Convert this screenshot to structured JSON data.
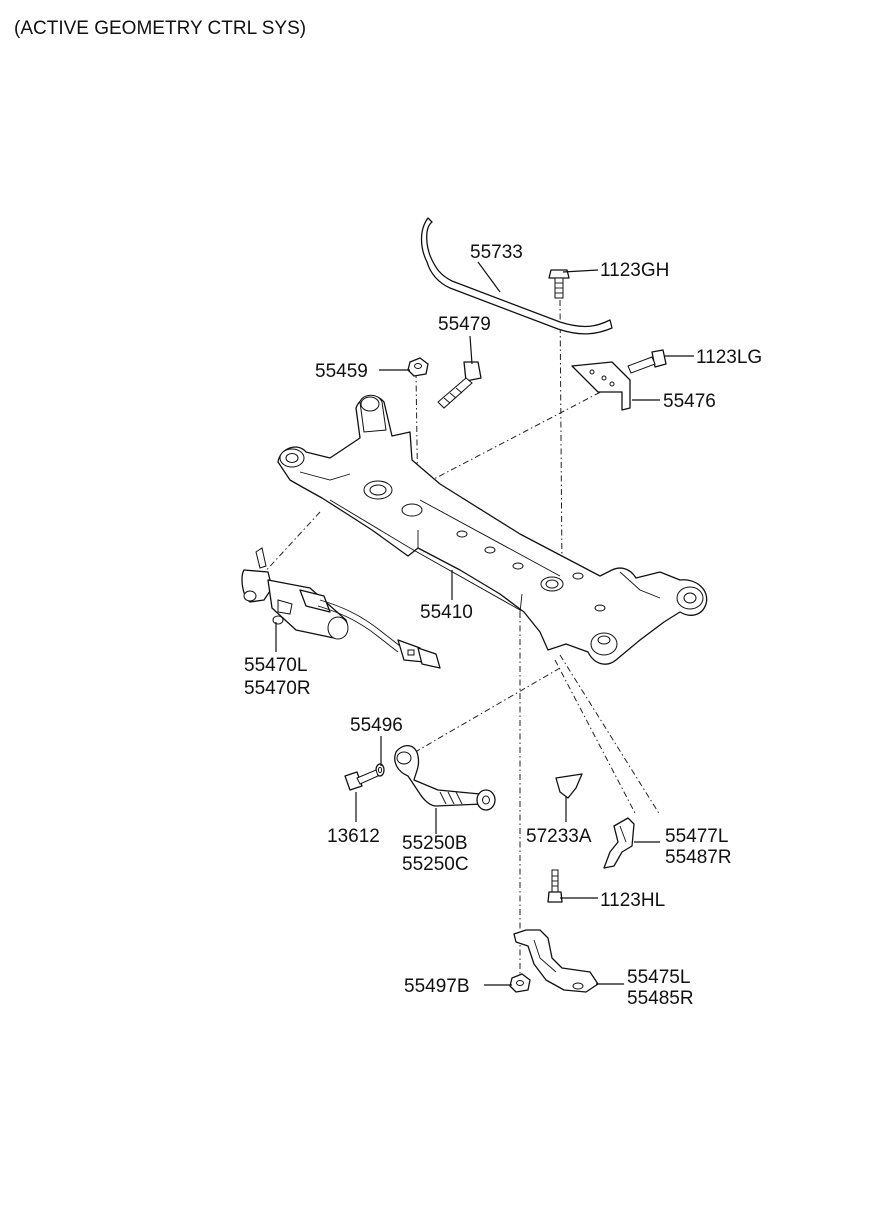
{
  "diagram": {
    "title": "(ACTIVE GEOMETRY CTRL SYS)",
    "parts": {
      "stabilizer_bar": "55733",
      "bolt_top": "1123GH",
      "bolt_bracket": "1123LG",
      "bracket": "55476",
      "bolt_long": "55479",
      "nut_small": "55459",
      "crossmember": "55410",
      "actuator_left": "55470L",
      "actuator_right": "55470R",
      "washer": "55496",
      "bolt_arm": "13612",
      "arm_b": "55250B",
      "arm_c": "55250C",
      "clip": "57233A",
      "guard_left": "55477L",
      "guard_right": "55487R",
      "bolt_guard": "1123HL",
      "nut_bottom": "55497B",
      "cover_left": "55475L",
      "cover_right": "55485R"
    }
  }
}
